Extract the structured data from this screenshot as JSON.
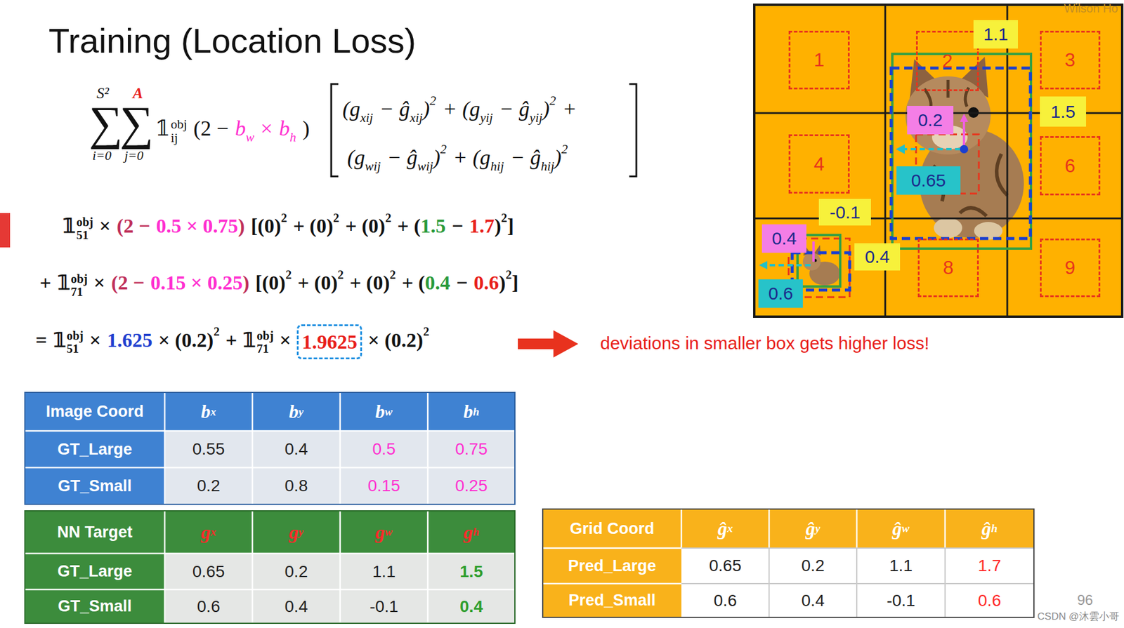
{
  "diagram": {
    "title": "Training (Location Loss)",
    "nodes": [
      {
        "text": [
          "1"
        ]
      },
      {
        "text": [
          "1.1"
        ]
      },
      {
        "text": [
          "2"
        ]
      },
      {
        "text": [
          "3"
        ]
      },
      {
        "text": [
          "1.5"
        ]
      },
      {
        "text": [
          "0.2"
        ]
      },
      {
        "text": [
          "4"
        ]
      },
      {
        "text": [
          "6"
        ]
      },
      {
        "text": [
          "0.65"
        ]
      },
      {
        "text": [
          "-0.1"
        ]
      },
      {
        "text": [
          "0.4"
        ]
      },
      {
        "text": [
          "0.4"
        ]
      },
      {
        "text": [
          "8"
        ]
      },
      {
        "text": [
          "9"
        ]
      },
      {
        "text": [
          "0.6"
        ]
      },
      {
        "text": [
          "1.9625"
        ]
      }
    ],
    "labels": [
      "S²",
      "A",
      "∑",
      "∑",
      "i=0",
      "j=0",
      "𝟙",
      "obj",
      "ij",
      "(2 −",
      "b",
      "w",
      "×",
      "b",
      "h",
      ")",
      "(g",
      "xij",
      "− ĝ",
      "xij",
      ")",
      "2",
      "+ (g",
      "yij",
      "− ĝ",
      "yij",
      ")",
      "2",
      "+",
      "(g",
      "wij",
      "− ĝ",
      "wij",
      ")",
      "2",
      "+ (g",
      "hij",
      "− ĝ",
      "hij",
      ")",
      "2",
      "𝟙",
      "obj",
      "51",
      "×",
      "(2 −",
      "0.5 × 0.75",
      ")",
      "[(0)",
      "2",
      "+ (0)",
      "2",
      "+ (0)",
      "2",
      "+ (",
      "1.5",
      "−",
      "1.7",
      ")",
      "2",
      "]",
      "+",
      "𝟙",
      "obj",
      "71",
      "×",
      "(2 −",
      "0.15 × 0.25",
      ")",
      "[(0)",
      "2",
      "+ (0)",
      "2",
      "+ (0)",
      "2",
      "+ (",
      "0.4",
      "−",
      "0.6",
      ")",
      "2",
      "]",
      "=",
      "𝟙",
      "obj",
      "51",
      "×",
      "1.625",
      "× (0.2)",
      "2",
      "+",
      "𝟙",
      "obj",
      "71",
      "×",
      "× (0.2)",
      "2",
      "deviations in smaller box gets higher loss!",
      "Image Coord",
      "b",
      "x",
      "b",
      "y",
      "b",
      "w",
      "b",
      "h",
      "GT_Large",
      "0.55",
      "0.4",
      "0.5",
      "0.75",
      "GT_Small",
      "0.2",
      "0.8",
      "0.15",
      "0.25",
      "NN Target",
      "g",
      "x",
      "g",
      "y",
      "g",
      "w",
      "g",
      "h",
      "GT_Large",
      "0.65",
      "0.2",
      "1.1",
      "1.5",
      "GT_Small",
      "0.6",
      "0.4",
      "-0.1",
      "0.4",
      "Grid Coord",
      "ĝ",
      "x",
      "ĝ",
      "y",
      "ĝ",
      "w",
      "ĝ",
      "h",
      "Pred_Large",
      "0.65",
      "0.2",
      "1.1",
      "1.7",
      "Pred_Small",
      "0.6",
      "0.4",
      "-0.1",
      "0.6",
      "96",
      "CSDN @沐雲小哥",
      "Wilson Ho"
    ]
  }
}
